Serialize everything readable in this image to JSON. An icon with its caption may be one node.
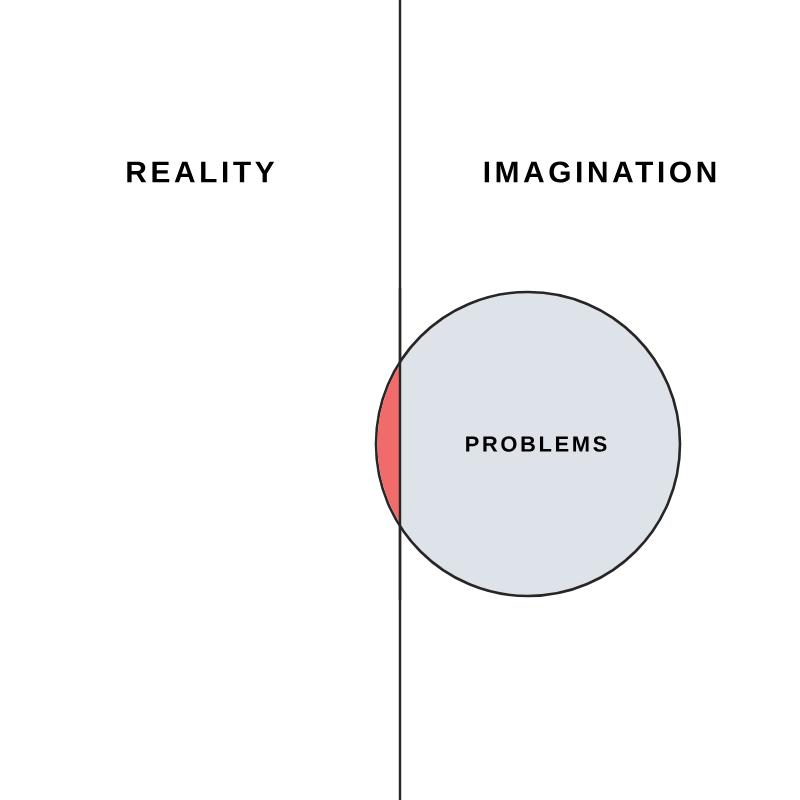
{
  "diagram": {
    "nodes": [
      {
        "text": [
          "PROBLEMS"
        ]
      }
    ],
    "labels": [
      "REALITY",
      "IMAGINATION"
    ]
  }
}
